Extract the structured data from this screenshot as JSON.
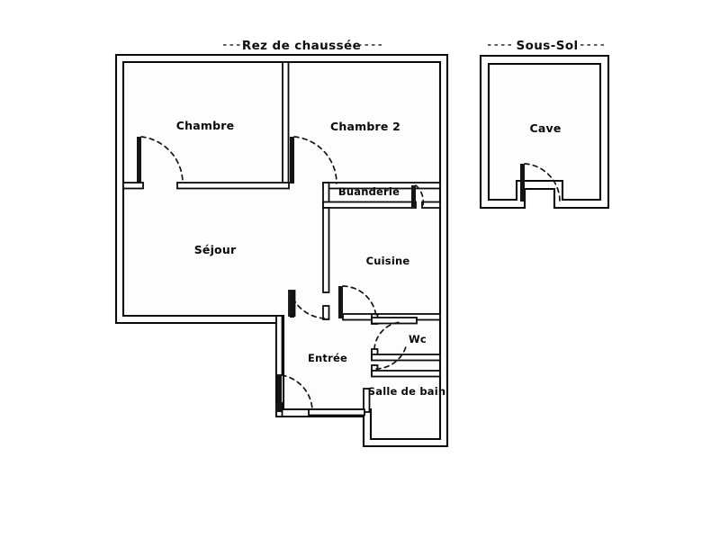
{
  "document": {
    "type": "floor-plan",
    "background_color": "#ffffff",
    "line_color": "#101010"
  },
  "sections": [
    {
      "id": "rez-de-chaussee",
      "title": "Rez de chaussée",
      "title_decoration": "dashed-lines-both-sides"
    },
    {
      "id": "sous-sol",
      "title": "Sous-Sol",
      "title_decoration": "dashed-lines-both-sides"
    }
  ],
  "rooms": {
    "chambre": "Chambre",
    "chambre2": "Chambre 2",
    "sejour": "Séjour",
    "buanderie": "Buanderie",
    "cuisine": "Cuisine",
    "entree": "Entrée",
    "wc": "Wc",
    "salle_de_bain": "Salle de bain",
    "cave": "Cave"
  },
  "doors": [
    {
      "room": "Chambre",
      "swing": "right-down"
    },
    {
      "room": "Chambre 2",
      "swing": "right-down"
    },
    {
      "room": "Buanderie",
      "swing": "right-down"
    },
    {
      "room": "Séjour",
      "swing": "right-down"
    },
    {
      "room": "Cuisine",
      "swing": "right-down"
    },
    {
      "room": "Wc",
      "swing": "left-down"
    },
    {
      "room": "Salle de bain",
      "swing": "left-down"
    },
    {
      "room": "Entrée",
      "swing": "right-down"
    },
    {
      "room": "Cave",
      "swing": "right-down"
    }
  ]
}
